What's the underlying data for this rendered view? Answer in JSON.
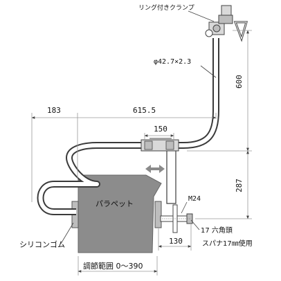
{
  "labels": {
    "ring_clamp": "リング付きクランプ",
    "pipe_spec": "φ42.7×2.3",
    "parapet": "パラペット",
    "bolt": "M24",
    "silicone": "シリコンゴム",
    "hex_head": "17 六角頭",
    "spanner": "スパナ17㎜使用",
    "adjust_range": "調節範囲 0～390"
  },
  "dimensions": {
    "d183": "183",
    "d615": "615.5",
    "d150": "150",
    "d600": "600",
    "d287": "287",
    "d130": "130"
  },
  "colors": {
    "pipe_fill": "#ffffff",
    "pipe_stroke": "#3a3a3a",
    "parapet": "#8c8c8c",
    "hardware": "#bdbdbd",
    "dim_line": "#9a9a9a",
    "arrow": "#8a8a8a"
  }
}
